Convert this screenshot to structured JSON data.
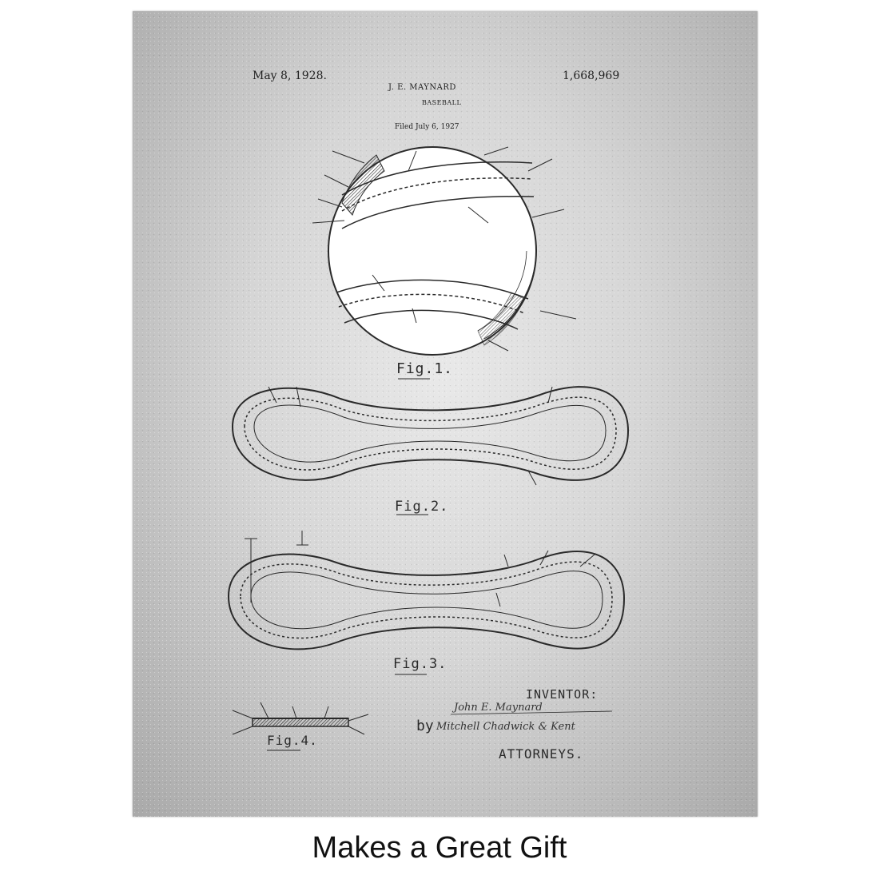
{
  "patent": {
    "date": "May 8, 1928.",
    "number": "1,668,969",
    "inventor_name": "J. E. MAYNARD",
    "subject": "BASEBALL",
    "filed": "Filed July 6, 1927"
  },
  "figures": {
    "fig1": "Fig.1.",
    "fig2": "Fig.2.",
    "fig3": "Fig.3.",
    "fig4": "Fig.4."
  },
  "signature_block": {
    "inventor_label": "INVENTOR:",
    "inventor_signature": "John E. Maynard",
    "by": "by",
    "attorney_signature": "Mitchell Chadwick & Kent",
    "attorneys_label": "ATTORNEYS."
  },
  "caption": "Makes a Great Gift",
  "colors": {
    "ink": "#2a2a2a",
    "paper": "#d6d6d6"
  }
}
